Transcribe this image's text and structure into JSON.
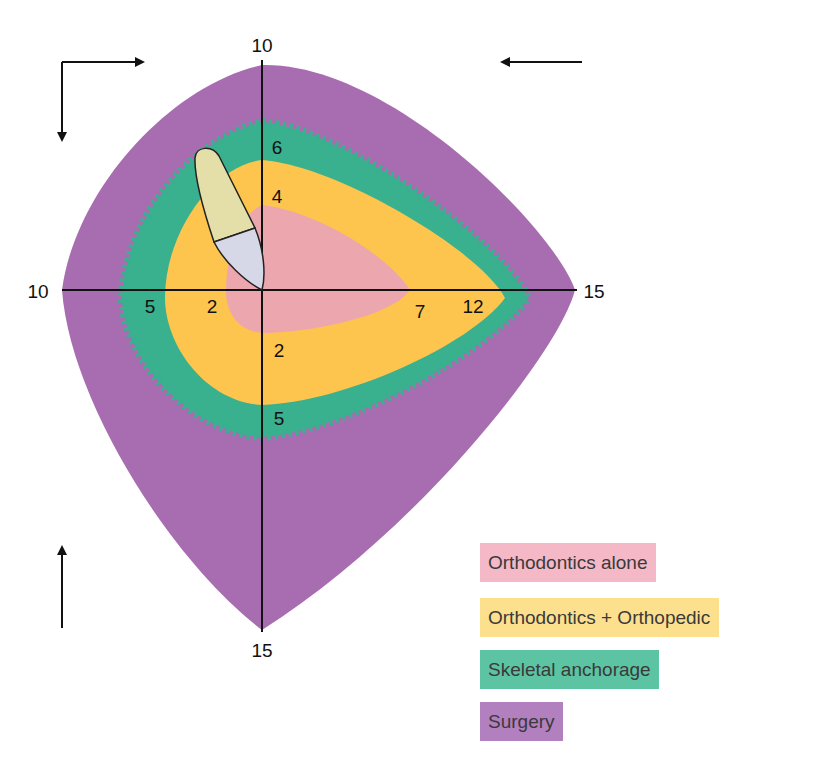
{
  "diagram": {
    "labels": [
      "10",
      "10",
      "15",
      "15",
      "6",
      "4",
      "5",
      "2",
      "7",
      "12",
      "2",
      "5"
    ],
    "legend": [
      {
        "text": "Orthodontics alone",
        "color": "#f4b8c6"
      },
      {
        "text": "Orthodontics + Orthopedic",
        "color": "#fde08e"
      },
      {
        "text": "Skeletal anchorage",
        "color": "#5cc4a2"
      },
      {
        "text": "Surgery",
        "color": "#b27fbf"
      }
    ]
  }
}
